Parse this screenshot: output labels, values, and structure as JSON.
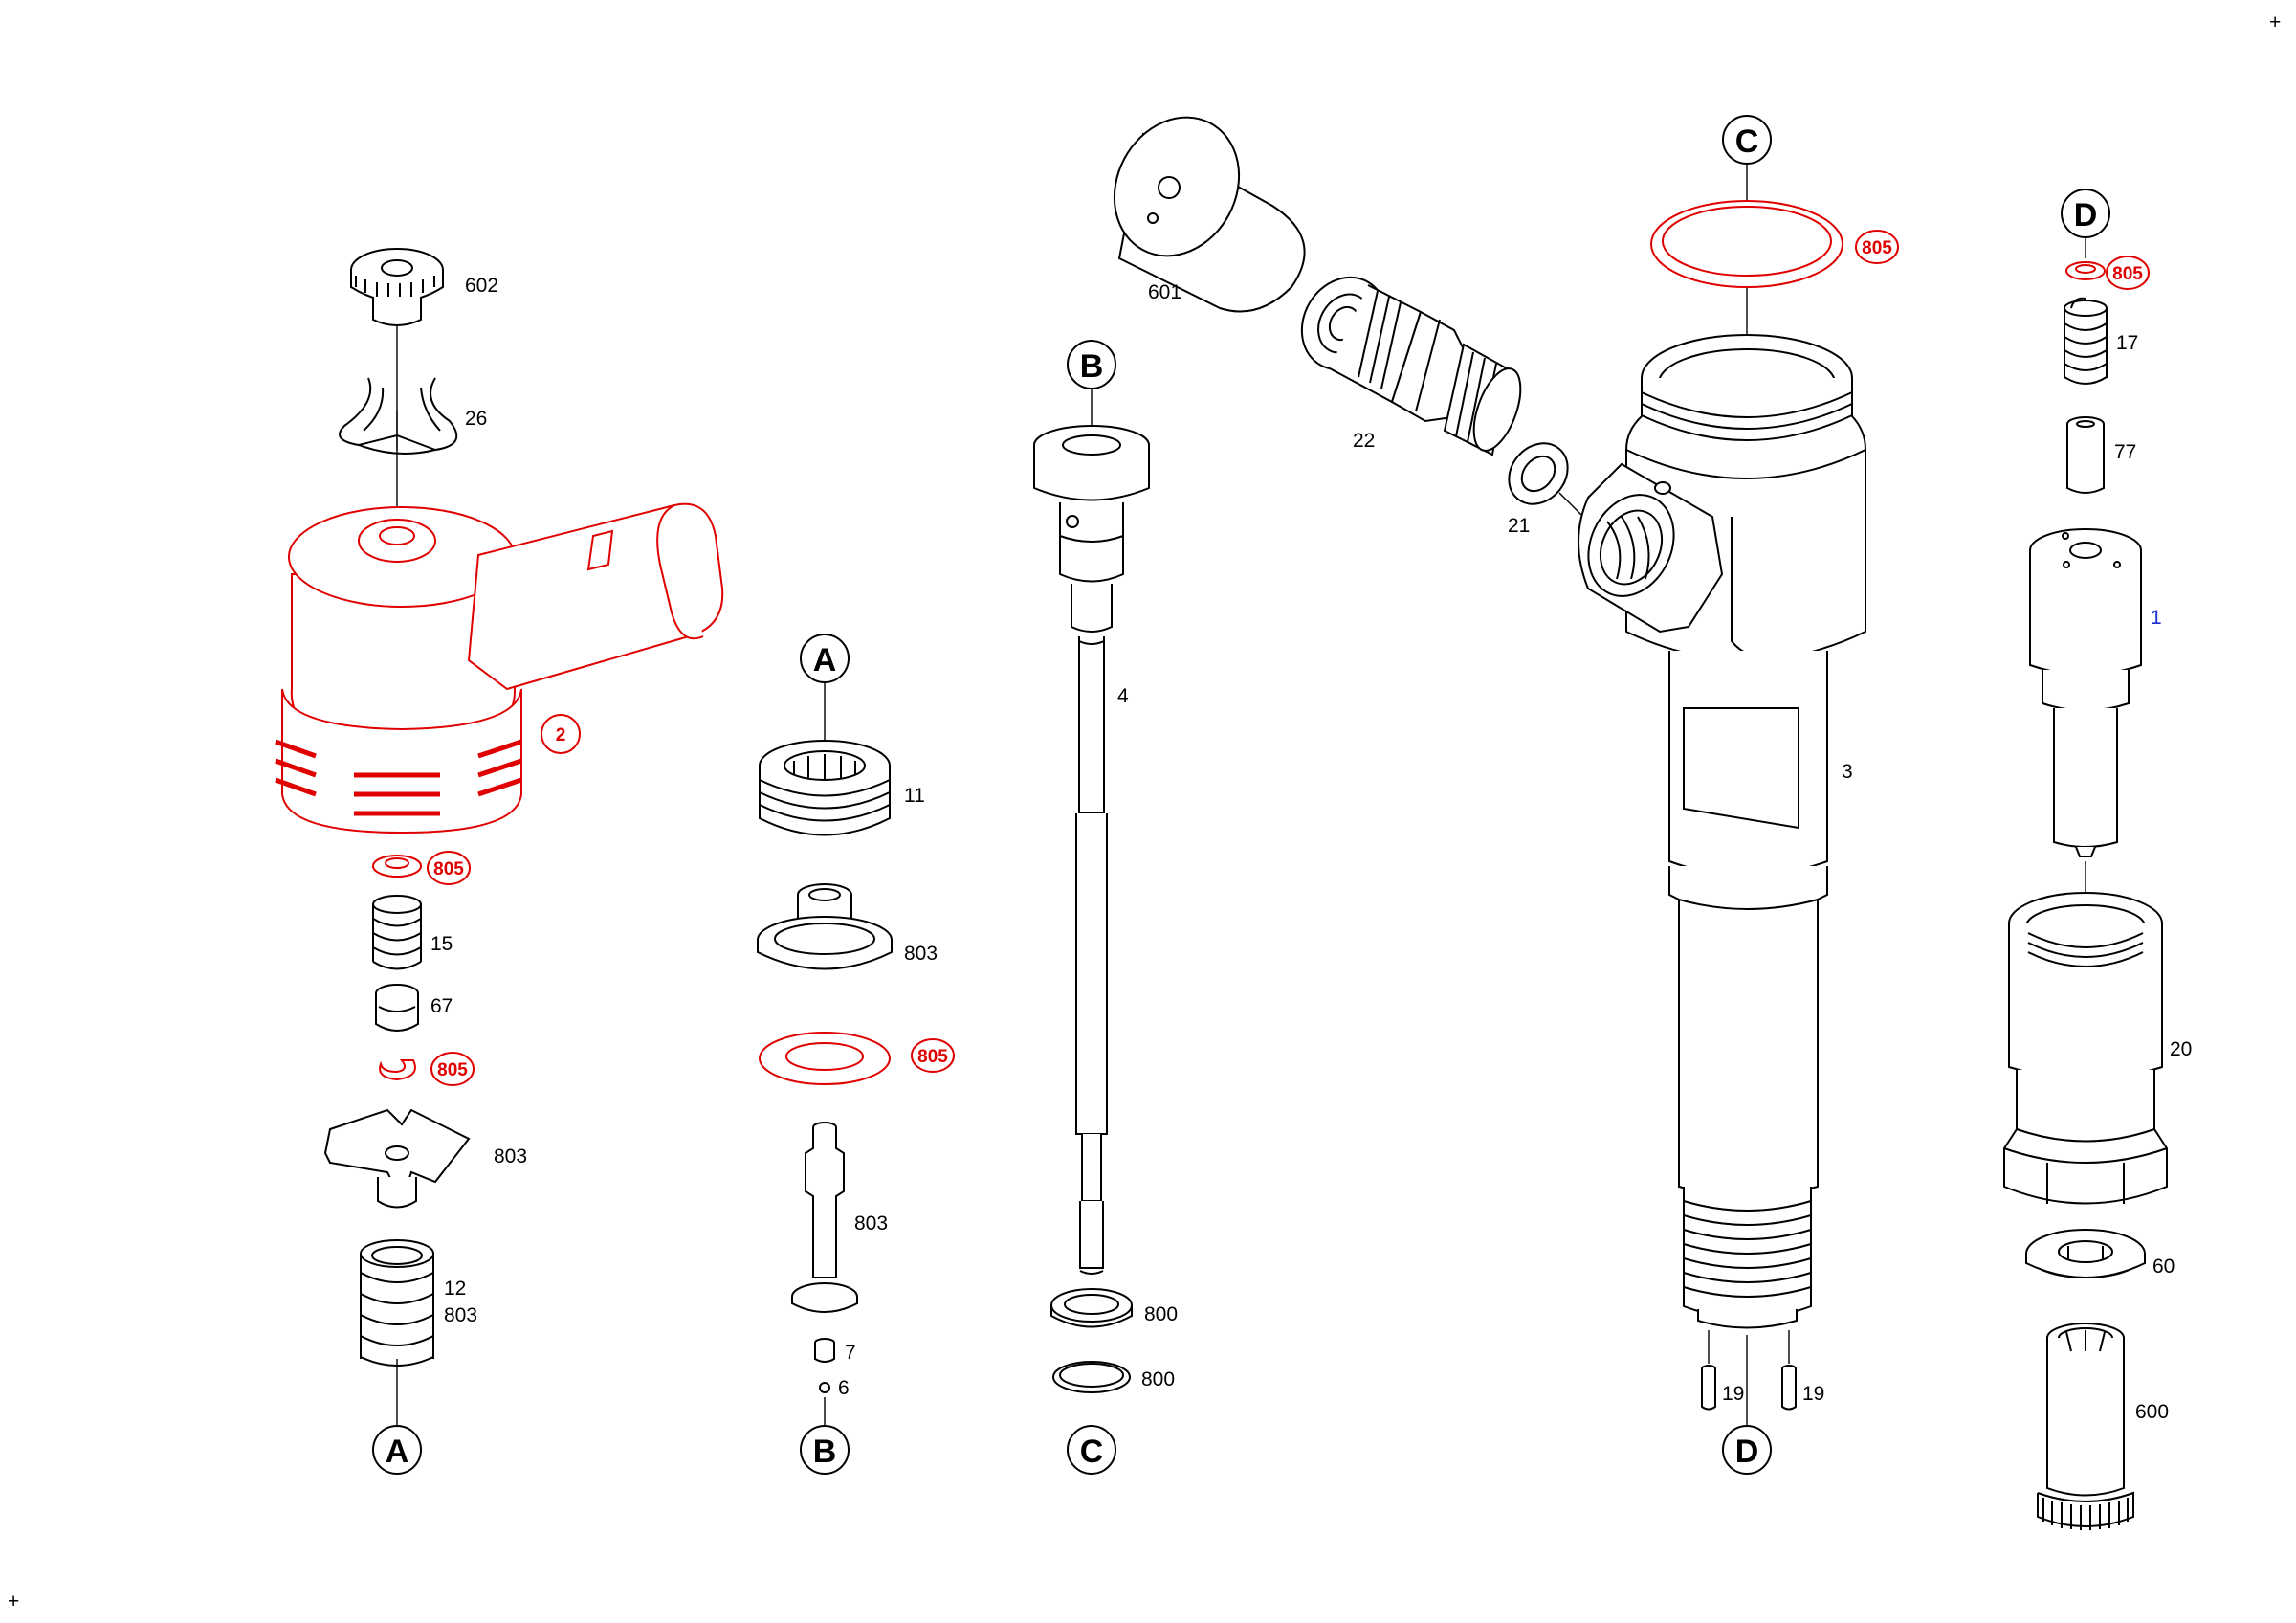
{
  "refs": {
    "A": "A",
    "B": "B",
    "C": "C",
    "D": "D"
  },
  "parts": {
    "p602": "602",
    "p26": "26",
    "p2": "2",
    "p805": "805",
    "p15": "15",
    "p67": "67",
    "p803": "803",
    "p12": "12",
    "p11": "11",
    "p7": "7",
    "p6": "6",
    "p4": "4",
    "p800": "800",
    "p601": "601",
    "p22": "22",
    "p21": "21",
    "p3": "3",
    "p19": "19",
    "p17": "17",
    "p77": "77",
    "p1": "1",
    "p20": "20",
    "p60": "60",
    "p600": "600"
  },
  "marks": {
    "corner": "+"
  },
  "colors": {
    "highlight": "#e00000",
    "line": "#000000",
    "accent_label": "#1c2fd0"
  }
}
